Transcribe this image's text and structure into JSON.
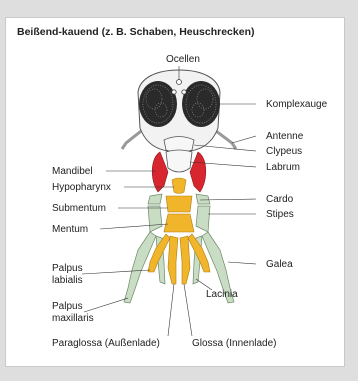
{
  "title": "Beißend-kauend (z. B. Schaben, Heuschrecken)",
  "labels": {
    "ocellen": "Ocellen",
    "komplexauge": "Komplexauge",
    "antenne": "Antenne",
    "clypeus": "Clypeus",
    "labrum": "Labrum",
    "mandibel": "Mandibel",
    "hypopharynx": "Hypopharynx",
    "cardo": "Cardo",
    "submentum": "Submentum",
    "stipes": "Stipes",
    "mentum": "Mentum",
    "galea": "Galea",
    "palpus_labialis_1": "Palpus",
    "palpus_labialis_2": "labialis",
    "palpus_maxillaris_1": "Palpus",
    "palpus_maxillaris_2": "maxillaris",
    "lacinia": "Lacinia",
    "paraglossa": "Paraglossa (Außenlade)",
    "glossa": "Glossa (Innenlade)"
  },
  "colors": {
    "mandible": "#d8262f",
    "labium": "#f0b52a",
    "maxilla": "#c9dcc4",
    "eye": "#2a2a2a",
    "head": "#f2f2f2"
  }
}
